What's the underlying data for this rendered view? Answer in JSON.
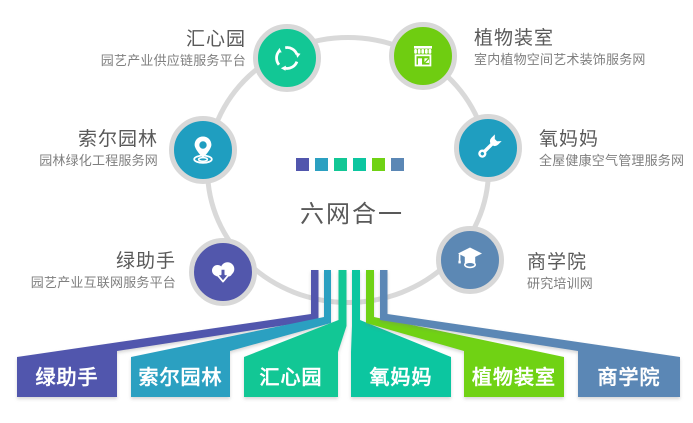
{
  "center": {
    "title": "六网合一",
    "squares": [
      "#5156ad",
      "#2ba0c1",
      "#12c795",
      "#0cc6a0",
      "#70d214",
      "#5b87b5"
    ]
  },
  "nodes": [
    {
      "title": "汇心园",
      "subtitle": "园艺产业供应链服务平台",
      "color": "#12c795",
      "icon": "refresh-icon"
    },
    {
      "title": "植物装室",
      "subtitle": "室内植物空间艺术装饰服务网",
      "color": "#6fcd11",
      "icon": "storefront-icon"
    },
    {
      "title": "索尔园林",
      "subtitle": "园林绿化工程服务网",
      "color": "#1f9ec0",
      "icon": "location-pin-icon"
    },
    {
      "title": "氧妈妈",
      "subtitle": "全屋健康空气管理服务网",
      "color": "#1f9ec0",
      "icon": "wrench-icon"
    },
    {
      "title": "绿助手",
      "subtitle": "园艺产业互联网服务平台",
      "color": "#5257ac",
      "icon": "cloud-download-icon"
    },
    {
      "title": "商学院",
      "subtitle": "研究培训网",
      "color": "#5c88b4",
      "icon": "graduation-cap-icon"
    }
  ],
  "banners": [
    {
      "label": "绿助手",
      "color": "#5156ad"
    },
    {
      "label": "索尔园林",
      "color": "#2ba0c1"
    },
    {
      "label": "汇心园",
      "color": "#12c795"
    },
    {
      "label": "氧妈妈",
      "color": "#0cc6a0"
    },
    {
      "label": "植物装室",
      "color": "#70d214"
    },
    {
      "label": "商学院",
      "color": "#5b87b5"
    }
  ]
}
